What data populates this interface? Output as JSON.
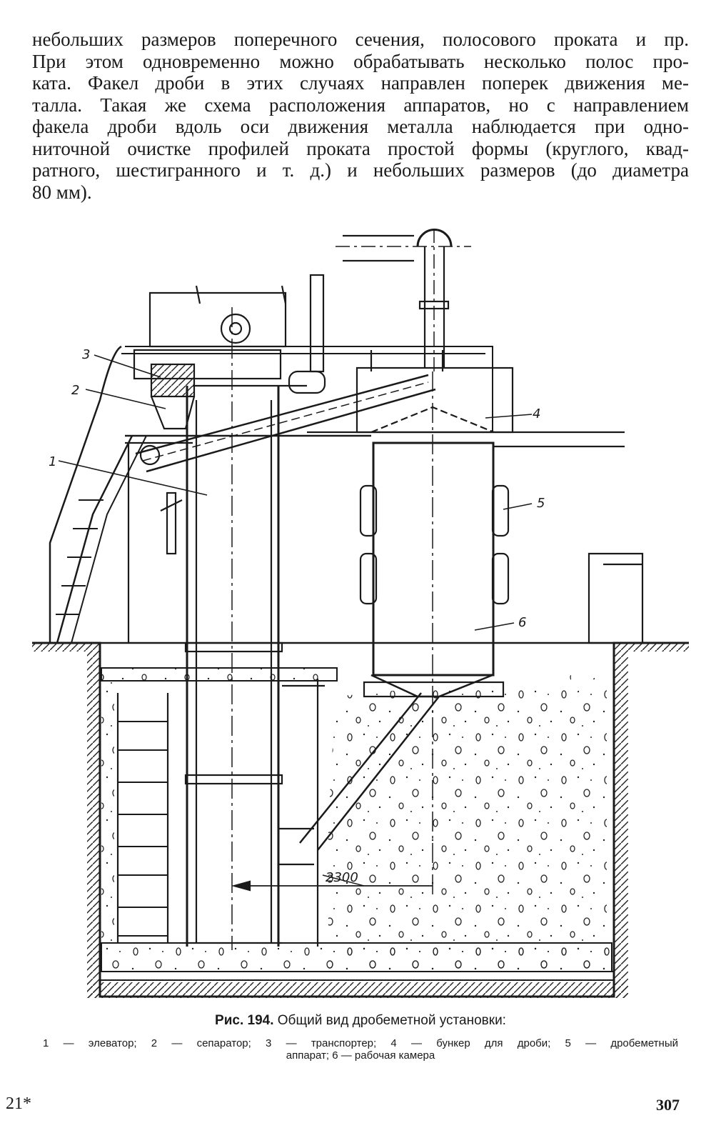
{
  "paragraph": {
    "lines": [
      "небольших размеров поперечного сечения, полосового проката и пр.",
      "При этом одновременно можно обрабатывать несколько полос про-",
      "ката. Факел дроби в этих случаях направлен поперек движения ме-",
      "талла. Такая же схема расположения аппаратов, но с направлением",
      "факела дроби вдоль оси движения металла наблюдается при одно-",
      "ниточной очистке профилей проката простой формы (круглого, квад-",
      "ратного, шестигранного и т. д.) и небольших размеров (до диаметра",
      "80 мм)."
    ]
  },
  "figure": {
    "labels": [
      "1",
      "2",
      "3",
      "4",
      "5",
      "6"
    ],
    "dimension": "2300"
  },
  "caption": {
    "number": "Рис. 194.",
    "title": "Общий вид дробеметной установки:",
    "legend_line1": "1 — элеватор;  2 — сепаратор;  3 — транспортер;  4 — бункер для дроби;  5 — дробеметный",
    "legend_line2": "аппарат;  6 — рабочая камера"
  },
  "footer": {
    "signature": "21*",
    "page_number": "307"
  }
}
